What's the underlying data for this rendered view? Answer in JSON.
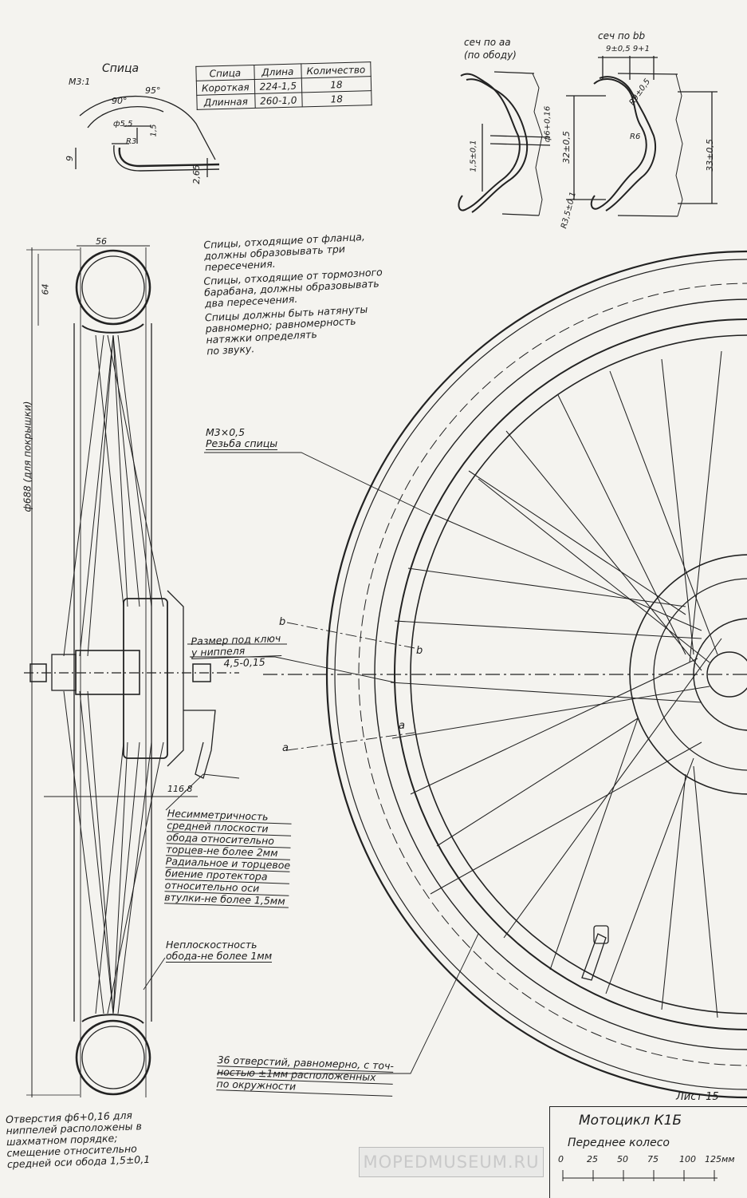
{
  "spoke_table": {
    "title": "Спица",
    "thread_note": "М3:1",
    "headers": [
      "Спица",
      "Длина",
      "Количество"
    ],
    "rows": [
      {
        "name": "Короткая",
        "length": "224-1,5",
        "qty": "18"
      },
      {
        "name": "Длинная",
        "length": "260-1,0",
        "qty": "18"
      }
    ]
  },
  "spoke_dims": {
    "angle_90": "90°",
    "angle_95": "95°",
    "d55": "ф5,5",
    "r3": "R3",
    "d15": "1,5",
    "d9": "9",
    "d265": "2,65"
  },
  "sections": {
    "aa_title": "сеч по аа",
    "aa_subtitle": "(по ободу)",
    "aa_hole": "ф6+0,16",
    "aa_offset": "1,5±0,1",
    "bb_title": "сеч по bb",
    "bb_width": "9±0,5  9+1",
    "bb_r9": "R9±0,5",
    "bb_r6": "R6",
    "bb_h32": "32±0,5",
    "bb_h33": "33±0,5",
    "bb_r35": "R3,5±0,1"
  },
  "side_view": {
    "width_56": "56",
    "height_64": "64",
    "diameter": "ф688 (для покрышки)",
    "dim_116": "116,8"
  },
  "notes": {
    "flange": [
      "Спицы, отходящие от фланца,",
      "должны образовывать три",
      "пересечения."
    ],
    "brake": [
      "Спицы, отходящие от тормозного",
      "барабана, должны образовывать",
      "два пересечения."
    ],
    "tension": [
      "Спицы должны быть натянуты",
      "равномерно; равномерность",
      "натяжки определять",
      "по звуку."
    ],
    "thread": [
      "М3×0,5",
      "Резьба спицы"
    ],
    "wrench": [
      "Размер под ключ",
      "у ниппеля",
      "4,5-0,15"
    ],
    "asym": [
      "Несимметричность",
      "средней плоскости",
      "обода относительно",
      "торцев-не более 2мм",
      "Радиальное и торцевое",
      "биение протектора",
      "относительно оси",
      "втулки-не более 1,5мм"
    ],
    "flat": [
      "Неплоскостность",
      "обода-не более 1мм"
    ],
    "holes": [
      "36 отверстий, равномерно, с точ-",
      "ностью ±1мм расположенных",
      "по окружности"
    ],
    "nipple": [
      "Отверстия  ф6+0,16 для",
      "ниппелей расположены в",
      "шахматном порядке;",
      "смещение относительно",
      "средней оси обода 1,5±0,1"
    ]
  },
  "section_marks": {
    "a1": "a",
    "a2": "a",
    "b1": "b",
    "b2": "b"
  },
  "title_block": {
    "sheet": "Лист 15",
    "model": "Мотоцикл К1Б",
    "part": "Переднее колесо",
    "scale_labels": [
      "0",
      "25",
      "50",
      "75",
      "100",
      "125мм"
    ]
  },
  "watermark": "MOPEDMUSEUM.RU"
}
